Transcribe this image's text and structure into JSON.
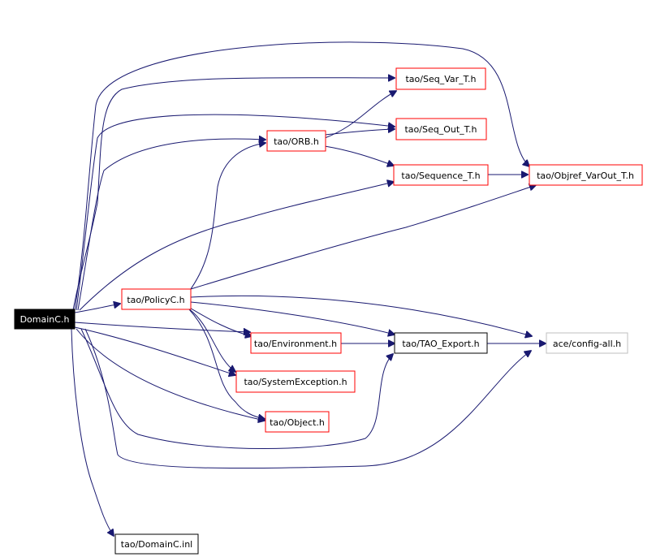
{
  "colors": {
    "edge": "#191970",
    "root_fill": "#000000",
    "root_text": "#ffffff",
    "node_border_red": "#ff0000",
    "node_border_black": "#000000",
    "node_border_gray": "#bfbfbf"
  },
  "nodes": {
    "domainc_h": "DomainC.h",
    "seq_var_t": "tao/Seq_Var_T.h",
    "seq_out_t": "tao/Seq_Out_T.h",
    "orb_h": "tao/ORB.h",
    "sequence_t": "tao/Sequence_T.h",
    "objref_varout_t": "tao/Objref_VarOut_T.h",
    "policyc_h": "tao/PolicyC.h",
    "environment_h": "tao/Environment.h",
    "tao_export_h": "tao/TAO_Export.h",
    "config_all_h": "ace/config-all.h",
    "systemexception_h": "tao/SystemException.h",
    "object_h": "tao/Object.h",
    "domainc_inl": "tao/DomainC.inl"
  }
}
